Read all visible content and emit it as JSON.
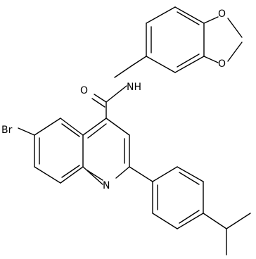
{
  "structure": {
    "atoms": {
      "oxygen_top": "O",
      "oxygen_bottom": "O",
      "amide_nitrogen": "NH",
      "carbonyl_oxygen": "O",
      "bromine": "Br",
      "ring_nitrogen": "N"
    },
    "colors": {
      "bond": "#000000",
      "label": "#000000",
      "background": "#ffffff"
    }
  }
}
